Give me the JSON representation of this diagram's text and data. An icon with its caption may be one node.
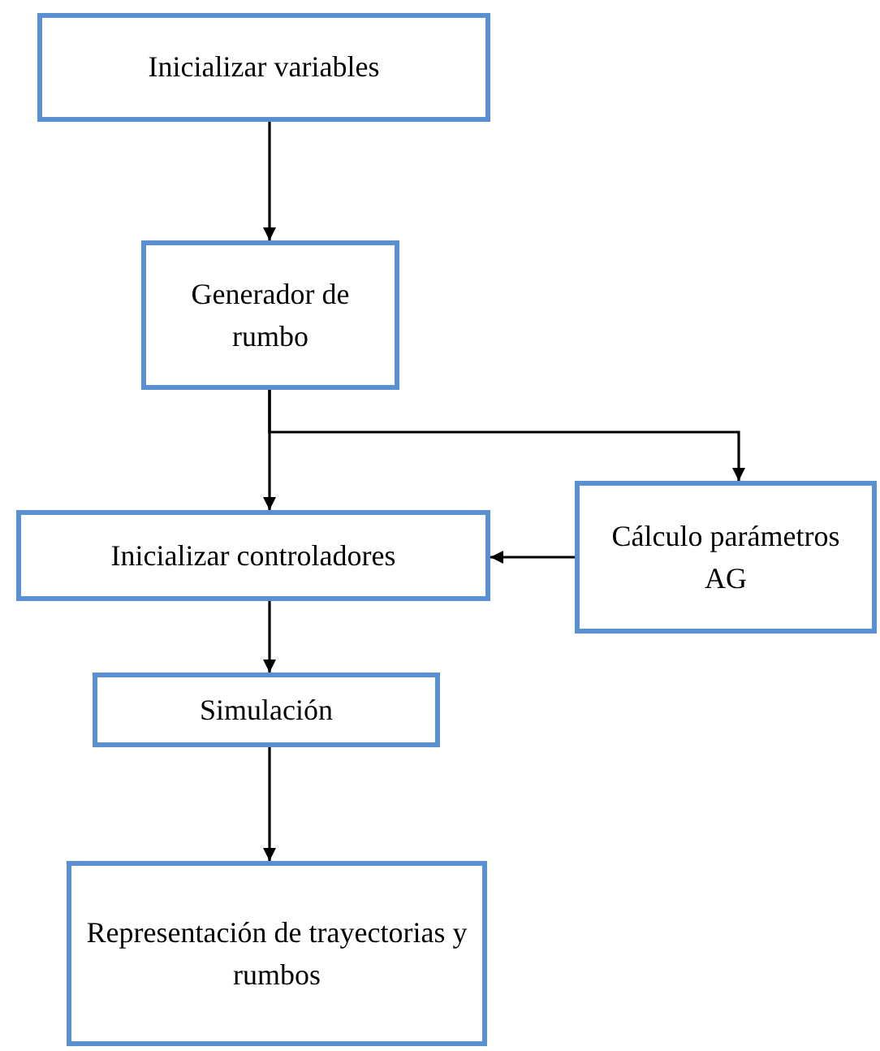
{
  "diagram": {
    "nodes": [
      {
        "text": [
          "Inicializar variables"
        ]
      },
      {
        "text": [
          "Generador de rumbo"
        ]
      },
      {
        "text": [
          "Inicializar controladores"
        ]
      },
      {
        "text": [
          "Cálculo parámetros AG"
        ]
      },
      {
        "text": [
          "Simulación"
        ]
      },
      {
        "text": [
          "Representación de trayectorias y rumbos"
        ]
      }
    ],
    "edges": [
      {
        "from": 0,
        "to": 1,
        "arrow": "to"
      },
      {
        "from": 1,
        "to": 2,
        "arrow": "to"
      },
      {
        "from": 1,
        "to": 3,
        "arrow": "to"
      },
      {
        "from": 3,
        "to": 2,
        "arrow": "to"
      },
      {
        "from": 2,
        "to": 4,
        "arrow": "to"
      },
      {
        "from": 4,
        "to": 5,
        "arrow": "to"
      }
    ]
  }
}
